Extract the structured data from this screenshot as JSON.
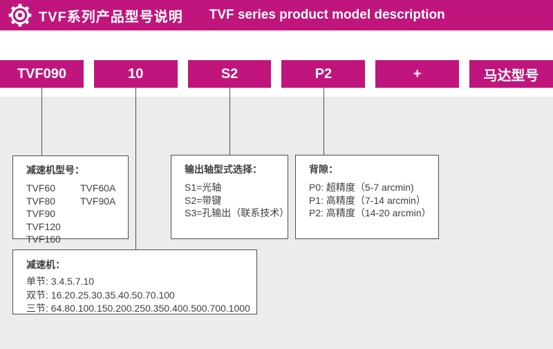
{
  "colors": {
    "brand_magenta": "#c0157c",
    "panel_gray": "#ececec",
    "line_dark": "#4c4c4e",
    "text_dark": "#3e3e40",
    "text_white": "#ffffff"
  },
  "header": {
    "gear_icon": "gear-icon",
    "title_zh": "TVF系列产品型号说明",
    "title_en": "TVF series product model description"
  },
  "model_code": {
    "segments": [
      "TVF090",
      "10",
      "S2",
      "P2",
      "+",
      "马达型号"
    ]
  },
  "callouts": {
    "model": {
      "title": "减速机型号：",
      "col1": [
        "TVF60",
        "TVF80",
        "TVF90",
        "TVF120",
        "TVF160"
      ],
      "col2": [
        "TVF60A",
        "TVF90A"
      ]
    },
    "shaft": {
      "title": "输出轴型式选择：",
      "items": [
        "S1=光轴",
        "S2=带键",
        "S3=孔输出（联系技术）"
      ]
    },
    "backlash": {
      "title": "背隙：",
      "items": [
        "P0: 超精度（5-7 arcmin)",
        "P1: 高精度（7-14 arcmin）",
        "P2: 高精度（14-20 arcmin）"
      ]
    },
    "ratio": {
      "title": "减速机：",
      "items": [
        "单节: 3.4.5.7.10",
        "双节: 16.20.25.30.35.40.50.70.100",
        "三节: 64.80.100.150.200.250.350.400.500.700.1000"
      ]
    }
  }
}
